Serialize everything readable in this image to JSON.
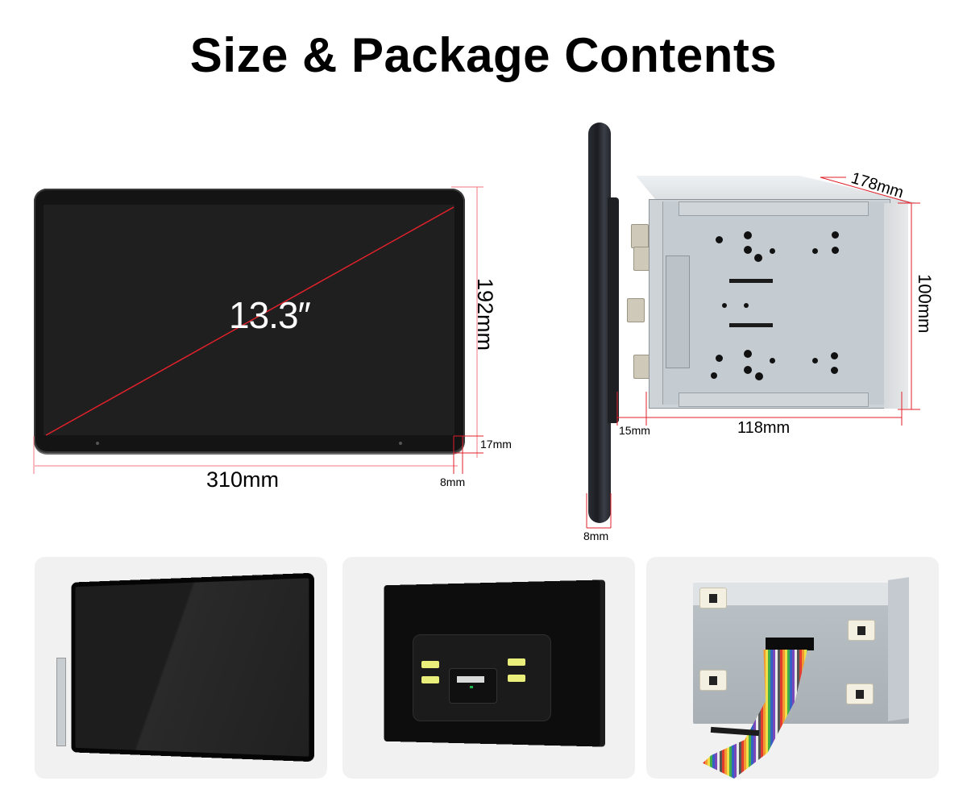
{
  "header": {
    "title": "Size & Package Contents"
  },
  "front_view": {
    "diagonal_label": "13.3″",
    "width_label": "310mm",
    "height_label": "192mm",
    "bottom_bezel_label": "17mm",
    "corner_label": "8mm"
  },
  "side_view": {
    "depth_diag_label": "178mm",
    "height_label": "100mm",
    "chassis_length_label": "118mm",
    "spacer_label": "15mm",
    "panel_thickness_label": "8mm"
  },
  "gallery": {
    "items": [
      {
        "name": "monitor-front-angled",
        "description": "13.3 inch display, front angled view"
      },
      {
        "name": "monitor-back-view",
        "description": "Rear of display panel with mounting plate"
      },
      {
        "name": "chassis-with-ribbon-cable",
        "description": "Double-DIN chassis with rainbow ribbon cable"
      }
    ]
  },
  "colors": {
    "dimension_line": "#e0212b",
    "card_background": "#f1f1f1",
    "screen": "#1f1f1f"
  }
}
